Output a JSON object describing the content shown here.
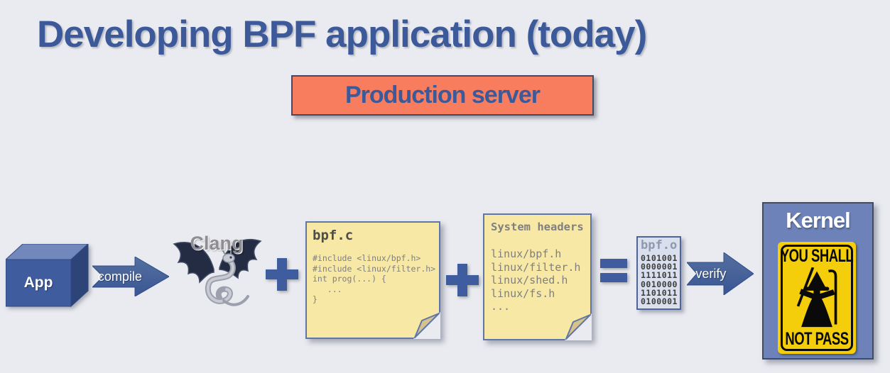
{
  "title": "Developing BPF application (today)",
  "production_server": {
    "label": "Production server"
  },
  "flow": {
    "app": {
      "label": "App"
    },
    "compile_arrow": {
      "label": "compile"
    },
    "clang": {
      "label": "Clang"
    },
    "operators": {
      "plus": "+",
      "equals": "="
    },
    "bpfc_note": {
      "title": "bpf.c",
      "lines": [
        "#include <linux/bpf.h>",
        "#include <linux/filter.h>",
        "int prog(...) {",
        "   ...",
        "}"
      ]
    },
    "headers_note": {
      "title": "System headers",
      "lines": [
        "linux/bpf.h",
        "linux/filter.h",
        "linux/shed.h",
        "linux/fs.h",
        "..."
      ]
    },
    "bpfo_box": {
      "title": "bpf.o",
      "binary": [
        "0101001",
        "0000001",
        "1111011",
        "0010000",
        "1101011",
        "0100001"
      ]
    },
    "verify_arrow": {
      "label": "verify"
    },
    "kernel": {
      "title": "Kernel",
      "sign_top": "YOU SHALL",
      "sign_bottom": "NOT PASS"
    }
  },
  "colors": {
    "background": "#EAEBF0",
    "accent_blue": "#3E5C9E",
    "title_blue": "#3C5A9A",
    "banner_coral": "#F87C5E",
    "note_yellow": "#F7E8A6",
    "sign_yellow": "#F4CE0A",
    "kernel_blue": "#6C82B8",
    "object_file_gray": "#D9DFEC"
  }
}
